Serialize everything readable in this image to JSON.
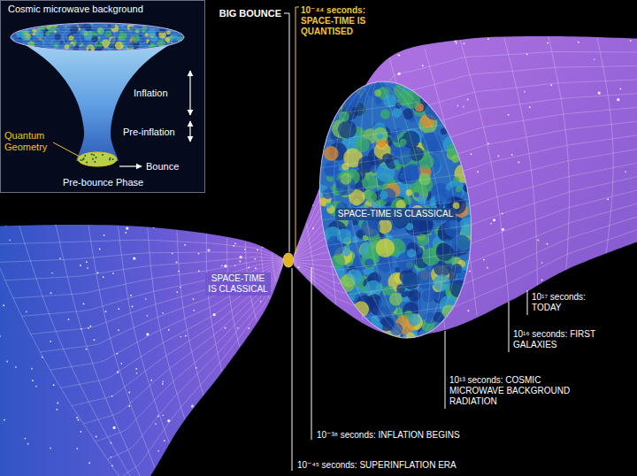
{
  "diagram": {
    "nodes": [
      {
        "text": [
          "Cosmic microwave background",
          "Quantum Geometry",
          "Inflation",
          "Pre-inflation",
          "Bounce",
          "Pre-bounce Phase"
        ]
      }
    ],
    "labels": [
      "BIG BOUNCE",
      "10⁻⁴⁴ seconds: SPACE-TIME IS QUANTISED",
      "SPACE-TIME IS CLASSICAL",
      "SPACE-TIME IS CLASSICAL",
      "10¹⁷ seconds: TODAY",
      "10¹⁶ seconds: FIRST GALAXIES",
      "10¹³ seconds: COSMIC MICROWAVE BACKGROUND RADIATION",
      "10⁻³⁸ seconds: INFLATION BEGINS",
      "10⁻⁴⁵ seconds: SUPERINFLATION ERA"
    ]
  }
}
